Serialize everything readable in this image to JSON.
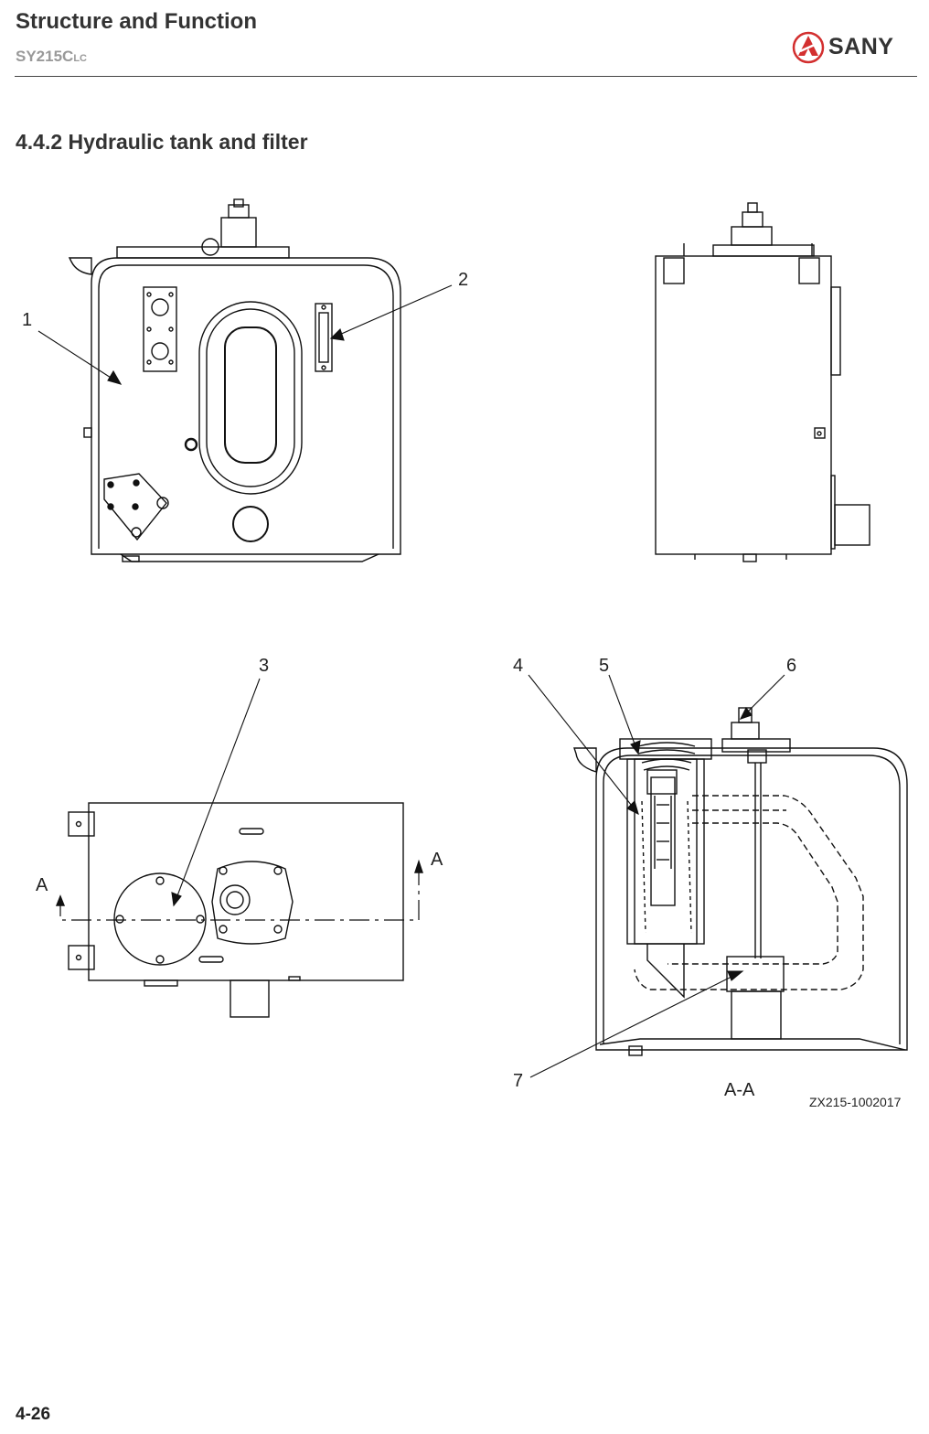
{
  "header": {
    "title": "Structure and Function",
    "model_main": "SY215C",
    "model_suffix": "LC",
    "brand": "SANY",
    "brand_color": "#d32f2f"
  },
  "section": {
    "number_title": "4.4.2  Hydraulic tank and filter"
  },
  "figure": {
    "callouts": [
      "1",
      "2",
      "3",
      "4",
      "5",
      "6",
      "7"
    ],
    "section_marks": [
      "A",
      "A"
    ],
    "section_view_label": "A-A",
    "drawing_code": "ZX215-1002017"
  },
  "footer": {
    "page_number": "4-26"
  }
}
